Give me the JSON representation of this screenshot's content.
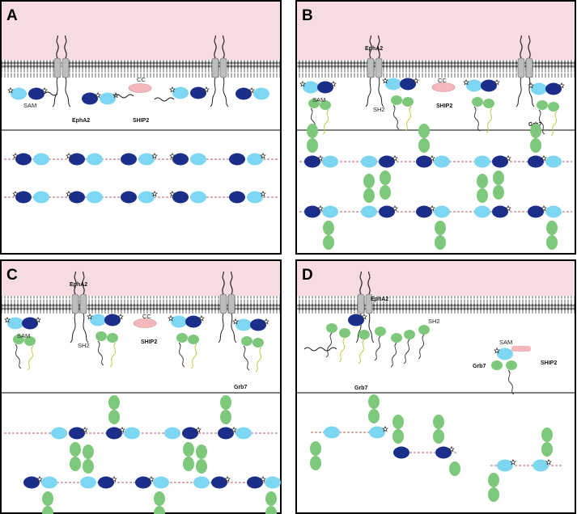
{
  "panels": [
    {
      "id": "A",
      "labels": {
        "ephA2": "EphA2",
        "sam": "SAM",
        "cc": "CC",
        "ship2": "SHIP2",
        "sh2": "",
        "grb7": ""
      }
    },
    {
      "id": "B",
      "labels": {
        "ephA2": "EphA2",
        "sam": "SAM",
        "cc": "CC",
        "ship2": "SHIP2",
        "sh2": "SH2",
        "grb7": "Grb7"
      }
    },
    {
      "id": "C",
      "labels": {
        "ephA2": "EphA2",
        "sam": "SAM",
        "cc": "CC",
        "ship2": "SHIP2",
        "sh2": "SH2",
        "grb7": "Grb7"
      }
    },
    {
      "id": "D",
      "labels": {
        "ephA2": "EphA2",
        "sam": "SAM",
        "cc": "",
        "ship2": "SHIP2",
        "sh2": "SH2",
        "grb7": "Grb7",
        "grb7_b": "Grb7"
      }
    }
  ],
  "colors": {
    "extracellular": "#f7dde2",
    "lipid_head": "#555555",
    "receptor": "#bdbdbd",
    "sam_dark": "#1a2e8a",
    "sam_light": "#7dd6f2",
    "sh2_green": "#7dc87a",
    "cc_pink": "#f4b7bb",
    "linker": "#9b2b2b"
  },
  "icons": [
    "star-phosphotyrosine-icon",
    "lipid-bilayer",
    "transmembrane-receptor-icon"
  ]
}
